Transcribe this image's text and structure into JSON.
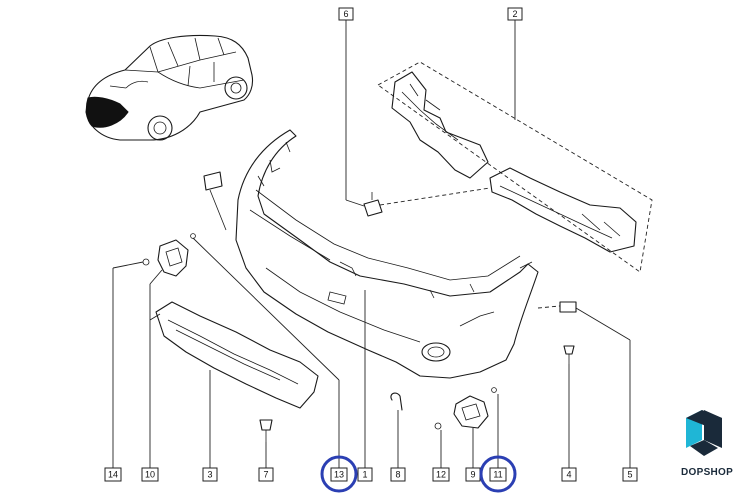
{
  "callouts": {
    "c1": "1",
    "c2": "2",
    "c3": "3",
    "c4": "4",
    "c5": "5",
    "c6": "6",
    "c7": "7",
    "c8": "8",
    "c9": "9",
    "c10": "10",
    "c11": "11",
    "c12": "12",
    "c13": "13",
    "c14": "14"
  },
  "highlighted_callouts": [
    "13",
    "11"
  ],
  "colors": {
    "highlight_ring": "#2b3fb3",
    "logo_cyan": "#1fb6d6",
    "logo_dark": "#1a2a3a"
  },
  "logo": {
    "text": "DOPSHOP"
  }
}
